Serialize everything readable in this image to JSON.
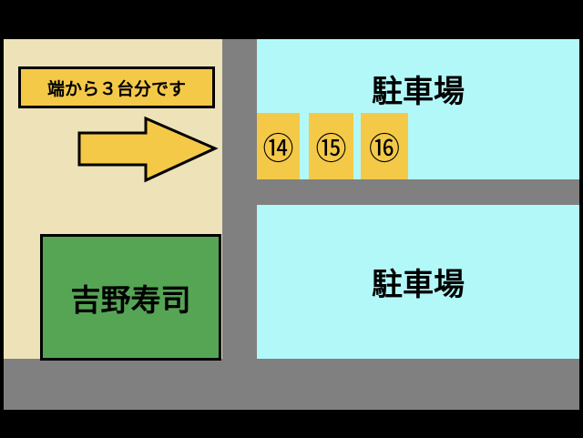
{
  "lots": {
    "upper": "駐車場",
    "lower": "駐車場"
  },
  "notice": "端から３台分です",
  "spots": [
    "⑭",
    "⑮",
    "⑯"
  ],
  "shop": "吉野寿司",
  "colors": {
    "lot": "#b3f8f8",
    "road": "#808080",
    "ground": "#ede2b8",
    "highlight": "#f4c948",
    "shop": "#55a555"
  }
}
